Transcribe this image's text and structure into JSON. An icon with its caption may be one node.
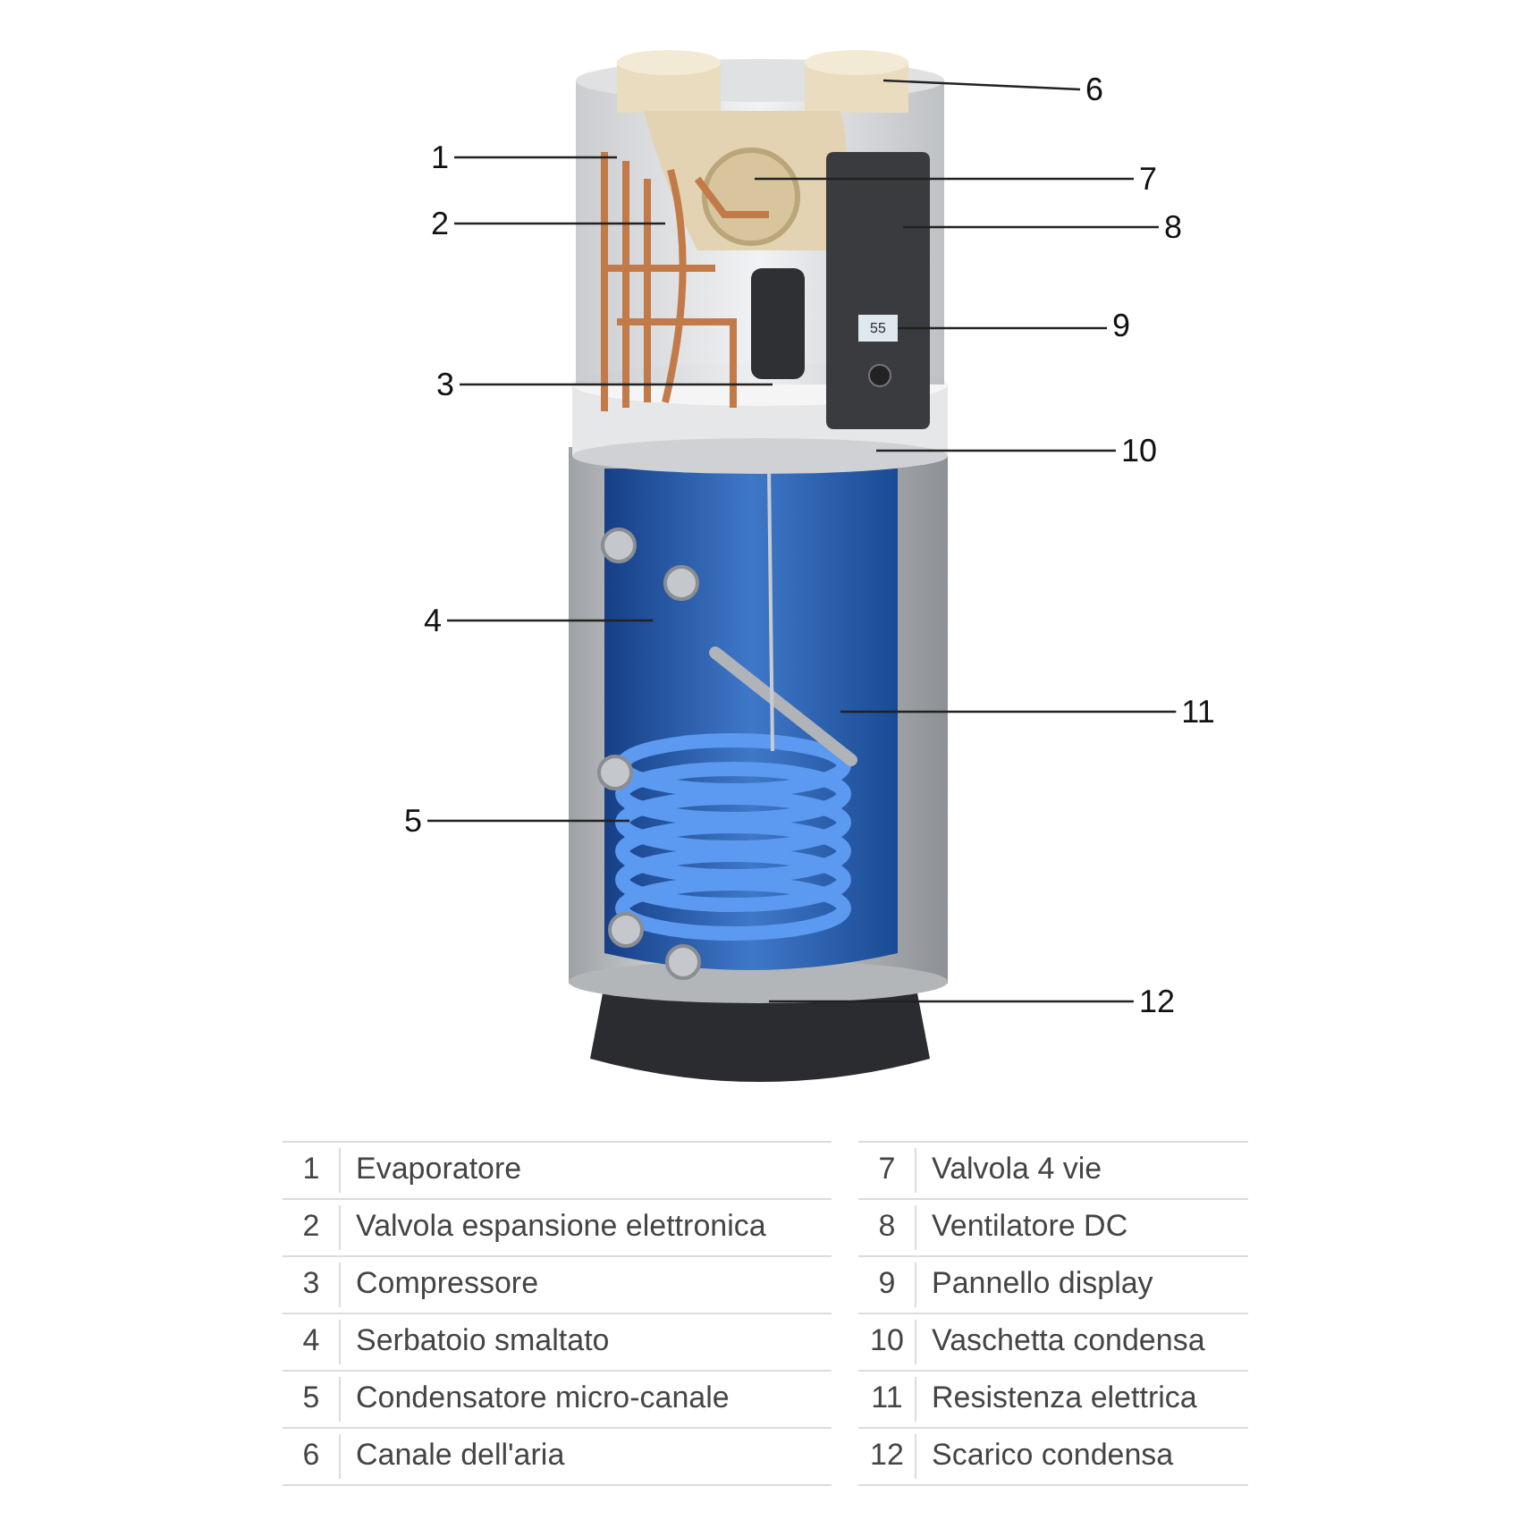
{
  "diagram": {
    "nodes": [
      {
        "text": [
          "1"
        ]
      },
      {
        "text": [
          "2"
        ]
      },
      {
        "text": [
          "3"
        ]
      },
      {
        "text": [
          "4"
        ]
      },
      {
        "text": [
          "5"
        ]
      },
      {
        "text": [
          "6"
        ]
      },
      {
        "text": [
          "7"
        ]
      },
      {
        "text": [
          "8"
        ]
      },
      {
        "text": [
          "9"
        ]
      },
      {
        "text": [
          "10"
        ]
      },
      {
        "text": [
          "11"
        ]
      },
      {
        "text": [
          "12"
        ]
      },
      {
        "text": [
          "55"
        ]
      }
    ],
    "edges": [
      {
        "from": 0,
        "to": null,
        "arrow": "none"
      },
      {
        "from": 1,
        "to": null,
        "arrow": "none"
      },
      {
        "from": 2,
        "to": null,
        "arrow": "none"
      },
      {
        "from": 3,
        "to": null,
        "arrow": "none"
      },
      {
        "from": 4,
        "to": null,
        "arrow": "none"
      },
      {
        "from": 5,
        "to": null,
        "arrow": "none"
      },
      {
        "from": 6,
        "to": null,
        "arrow": "none"
      },
      {
        "from": 7,
        "to": null,
        "arrow": "none"
      },
      {
        "from": 8,
        "to": 12,
        "arrow": "none"
      },
      {
        "from": 9,
        "to": null,
        "arrow": "none"
      },
      {
        "from": 10,
        "to": null,
        "arrow": "none"
      },
      {
        "from": 11,
        "to": null,
        "arrow": "none"
      }
    ],
    "labels": [
      "1",
      "Evaporatore",
      "7",
      "Valvola 4 vie",
      "2",
      "Valvola espansione elettronica",
      "8",
      "Ventilatore DC",
      "3",
      "Compressore",
      "9",
      "Pannello display",
      "4",
      "Serbatoio smaltato",
      "10",
      "Vaschetta condensa",
      "5",
      "Condensatore micro-canale",
      "11",
      "Resistenza elettrica",
      "6",
      "Canale dell'aria",
      "12",
      "Scarico condensa"
    ]
  }
}
